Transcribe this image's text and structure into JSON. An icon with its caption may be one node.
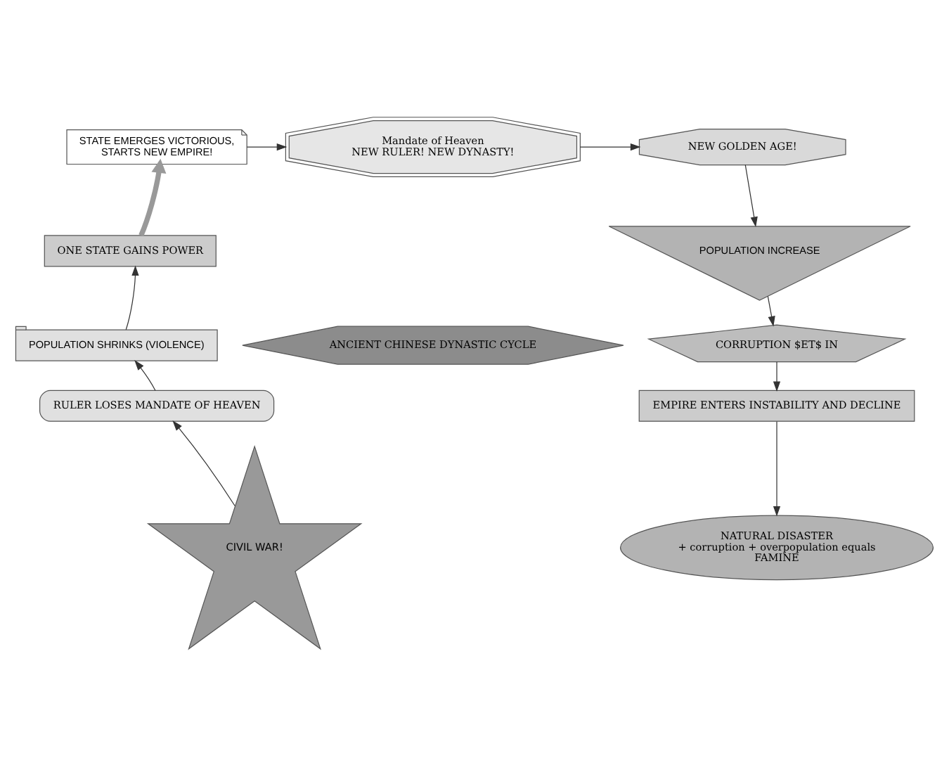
{
  "diagram": {
    "nodes": [
      {
        "text": [
          "STATE EMERGES VICTORIOUS,",
          "STARTS NEW EMPIRE!"
        ]
      },
      {
        "text": [
          "Mandate of Heaven",
          "NEW RULER! NEW DYNASTY!"
        ]
      },
      {
        "text": [
          "NEW GOLDEN AGE!"
        ]
      },
      {
        "text": [
          "POPULATION INCREASE"
        ]
      },
      {
        "text": [
          "CORRUPTION $ET$ IN"
        ]
      },
      {
        "text": [
          "EMPIRE ENTERS INSTABILITY AND DECLINE"
        ]
      },
      {
        "text": [
          "NATURAL DISASTER",
          "+ corruption + overpopulation equals",
          "FAMINE"
        ]
      },
      {
        "text": [
          "CIVIL WAR!"
        ]
      },
      {
        "text": [
          "RULER LOSES MANDATE OF HEAVEN"
        ]
      },
      {
        "text": [
          "POPULATION SHRINKS (VIOLENCE)"
        ]
      },
      {
        "text": [
          "ONE STATE GAINS POWER"
        ]
      },
      {
        "text": [
          "ANCIENT CHINESE DYNASTIC CYCLE"
        ]
      }
    ],
    "edges": [
      {
        "from": 0,
        "to": 1,
        "arrow": "to"
      },
      {
        "from": 1,
        "to": 2,
        "arrow": "to"
      },
      {
        "from": 2,
        "to": 3,
        "arrow": "to"
      },
      {
        "from": 3,
        "to": 4,
        "arrow": "to"
      },
      {
        "from": 4,
        "to": 5,
        "arrow": "to"
      },
      {
        "from": 5,
        "to": 6,
        "arrow": "to"
      },
      {
        "from": 7,
        "to": 8,
        "arrow": "to"
      },
      {
        "from": 8,
        "to": 9,
        "arrow": "to"
      },
      {
        "from": 9,
        "to": 10,
        "arrow": "to"
      },
      {
        "from": 10,
        "to": 0,
        "arrow": "to",
        "style": "thick",
        "color": "#999999"
      }
    ]
  }
}
